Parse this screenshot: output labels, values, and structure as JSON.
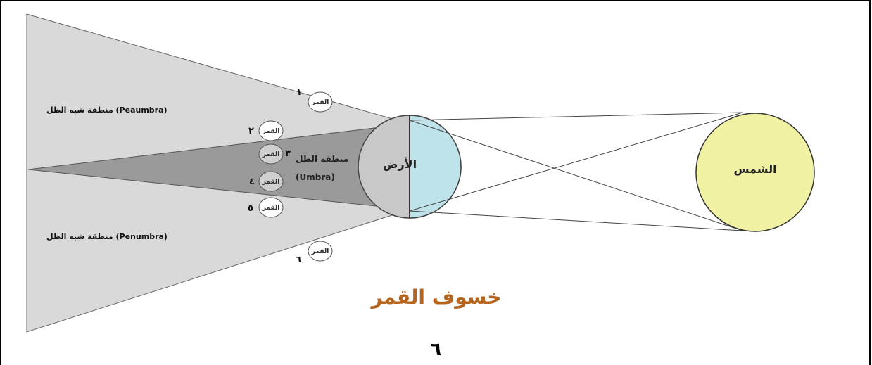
{
  "diagram": {
    "caption": "خسوف القمر",
    "page_number": "٦",
    "bodies": {
      "sun": "الشمس",
      "earth": "الأرض"
    },
    "regions": {
      "penumbra_top": "منطقة شبه الظل (Peaumbra)",
      "umbra_line1": "منطقة الظل",
      "umbra_line2": "(Umbra)",
      "penumbra_bottom": "منطقة شبه الظل (Penumbra)"
    },
    "moons": [
      {
        "label": "القمر",
        "number": "١"
      },
      {
        "label": "القمر",
        "number": "٢"
      },
      {
        "label": "القمر",
        "number": "٣"
      },
      {
        "label": "القمر",
        "number": "٤"
      },
      {
        "label": "القمر",
        "number": "٥"
      },
      {
        "label": "القمر",
        "number": "٦"
      }
    ],
    "colors": {
      "penumbra": "#d9d9d9",
      "umbra": "#9a9a9a",
      "earth_night": "#c8c8c8",
      "earth_day": "#bfe3ea",
      "sun": "#f1f1a3",
      "caption": "#b5651d"
    }
  }
}
